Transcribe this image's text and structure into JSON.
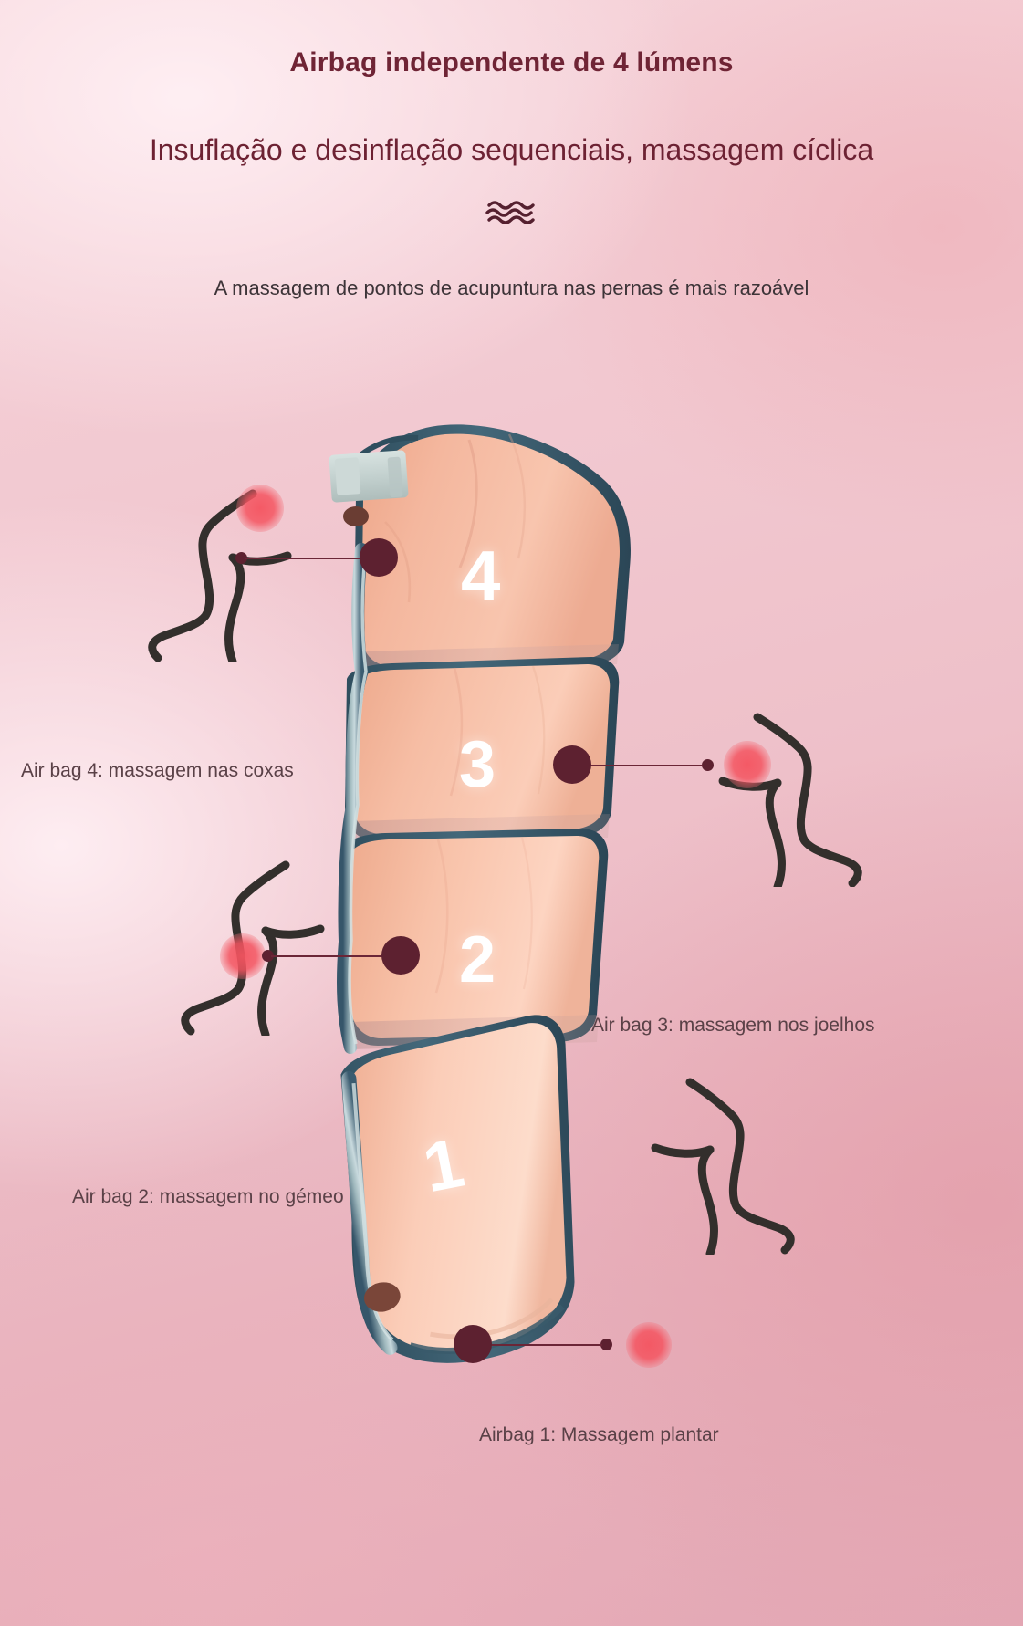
{
  "headings": {
    "title": "Airbag independente de 4 lúmens",
    "subtitle": "Insuflação e desinflação sequenciais, massagem cíclica",
    "tagline": "A massagem de pontos de acupuntura nas pernas é mais razoável",
    "wave_icon": "wavy-lines-icon"
  },
  "device": {
    "chamber_numbers": [
      "4",
      "3",
      "2",
      "1"
    ],
    "alt": "perna-massageadora-com-4-camaras-de-ar"
  },
  "callouts": [
    {
      "id": "airbag-4",
      "number": "4",
      "label": "Air bag 4: massagem nas coxas",
      "zone": "coxa"
    },
    {
      "id": "airbag-3",
      "number": "3",
      "label": "Air bag 3: massagem nos joelhos",
      "zone": "joelho"
    },
    {
      "id": "airbag-2",
      "number": "2",
      "label": "Air bag 2: massagem no gémeo",
      "zone": "gemeo"
    },
    {
      "id": "airbag-1",
      "number": "1",
      "label": "Airbag 1: Massagem plantar",
      "zone": "planta"
    }
  ],
  "colors": {
    "background_light": "#f6d4da",
    "background_dark": "#e3a7b4",
    "title_color": "#6f2435",
    "caption_color": "#5a4147",
    "marker_dark": "#5d2130",
    "glow_red": "#f45460",
    "sketch_stroke": "#332f2c",
    "cuff_fabric": "#f2b39b",
    "cuff_trim": "#3f5e6e",
    "strap_grey": "#c6d3d2",
    "number_white": "#ffffff"
  }
}
